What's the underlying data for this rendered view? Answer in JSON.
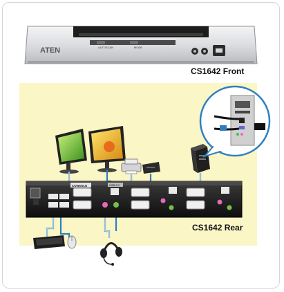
{
  "front": {
    "brand": "ATEN",
    "label": "CS1642 Front",
    "panel_texts": [
      "AUTOSCAN",
      "MODE"
    ]
  },
  "rear": {
    "label": "CS1642 Rear",
    "panel_texts": [
      "CONSOLE",
      "USB 2.0"
    ]
  },
  "colors": {
    "yellow_bg": "#fbf6c6",
    "cable_blue": "#2f7fc0",
    "cable_white": "#ffffff",
    "chassis_dark": "#1b1b1b",
    "chassis_silver": "#d9dadc"
  },
  "icons": [
    "monitor-icon",
    "printer-icon",
    "hard-drive-icon",
    "pc-tower-icon",
    "keyboard-icon",
    "mouse-icon",
    "headset-icon"
  ]
}
